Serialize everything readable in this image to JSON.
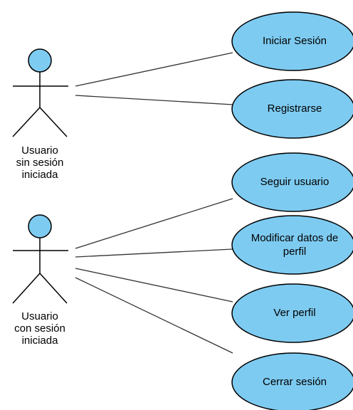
{
  "colors": {
    "fill": "#7ecbf1",
    "stroke": "#000000",
    "line": "#333333"
  },
  "actors": [
    {
      "id": "guest",
      "label": "Usuario\nsin sesión\niniciada"
    },
    {
      "id": "member",
      "label": "Usuario\ncon sesión\niniciada"
    }
  ],
  "use_cases": [
    {
      "id": "login",
      "label": "Iniciar Sesión",
      "actor": "guest"
    },
    {
      "id": "register",
      "label": "Registrarse",
      "actor": "guest"
    },
    {
      "id": "follow",
      "label": "Seguir usuario",
      "actor": "member"
    },
    {
      "id": "edit",
      "label": "Modificar datos de\nperfil",
      "actor": "member"
    },
    {
      "id": "view",
      "label": "Ver perfil",
      "actor": "member"
    },
    {
      "id": "logout",
      "label": "Cerrar sesión",
      "actor": "member"
    }
  ]
}
